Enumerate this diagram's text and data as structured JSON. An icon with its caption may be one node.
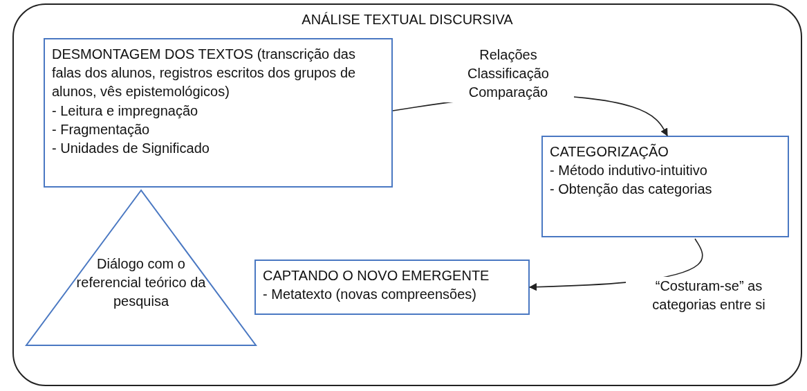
{
  "diagram": {
    "nodes": [
      {
        "text": [
          "ANÁLISE TEXTUAL DISCURSIVA"
        ]
      },
      {
        "text": [
          "DESMONTAGEM DOS TEXTOS (transcrição das falas dos alunos, registros escritos dos grupos de alunos, vês epistemológicos)",
          "- Leitura e impregnação",
          "- Fragmentação",
          "- Unidades de Significado"
        ],
        "in": 0
      },
      {
        "text": [
          "CATEGORIZAÇÃO",
          "- Método indutivo-intuitivo",
          "- Obtenção das categorias"
        ],
        "in": 0
      },
      {
        "text": [
          "CAPTANDO O NOVO EMERGENTE",
          "- Metatexto (novas compreensões)"
        ],
        "in": 0
      },
      {
        "text": [
          "Diálogo com o referencial teórico da pesquisa"
        ],
        "in": 0
      }
    ],
    "edges": [
      {
        "from": 1,
        "to": 2,
        "arrow": "to",
        "label": "Relações Classificação Comparação"
      },
      {
        "from": 2,
        "to": 3,
        "arrow": "to",
        "label": "“Costuram-se” as categorias entre si"
      }
    ]
  }
}
